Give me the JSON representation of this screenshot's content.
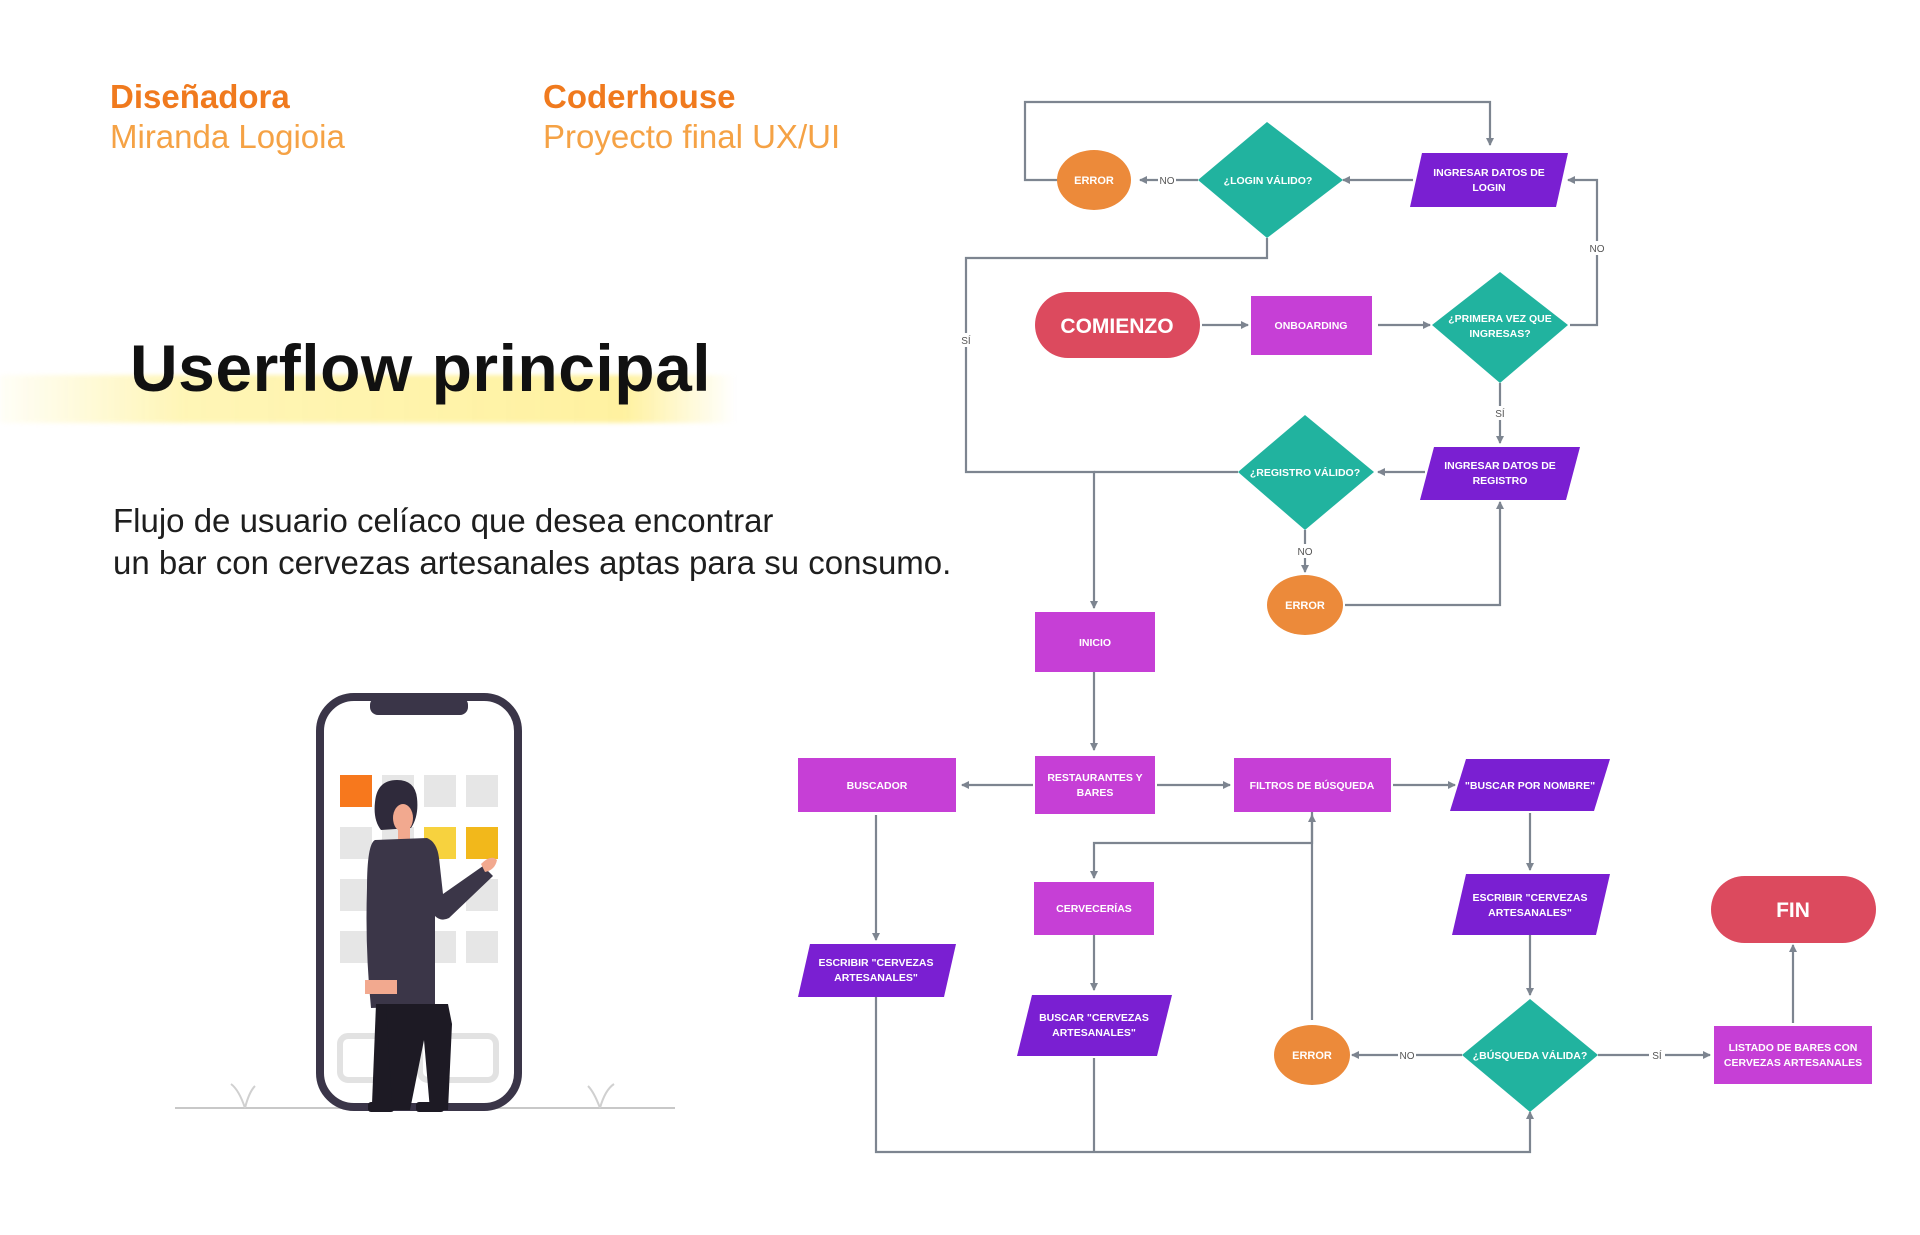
{
  "header": {
    "designer_label": "Diseñadora",
    "designer_name": "Miranda Logioia",
    "org_label": "Coderhouse",
    "org_project": "Proyecto final UX/UI"
  },
  "title": "Userflow principal",
  "description": {
    "line1": "Flujo de usuario celíaco que desea encontrar",
    "line2": "un bar con cervezas artesanales aptas para su consumo."
  },
  "colors": {
    "accent_orange": "#f07a1e",
    "start_end": "#dc4a5e",
    "process": "#c63fd6",
    "data": "#7a1fd2",
    "decision": "#21b39f",
    "error": "#ec8a3a",
    "connector": "#7d8590"
  },
  "illustration": {
    "icon": "person-using-phone-illustration"
  },
  "flowchart": {
    "nodes": {
      "error_login": "ERROR",
      "login_valido": "¿LOGIN VÁLIDO?",
      "ingresar_login": [
        "INGRESAR DATOS DE",
        "LOGIN"
      ],
      "comienzo": "COMIENZO",
      "onboarding": "ONBOARDING",
      "primera_vez": [
        "¿PRIMERA VEZ QUE",
        "INGRESAS?"
      ],
      "registro_valido": "¿REGISTRO VÁLIDO?",
      "ingresar_registro": [
        "INGRESAR DATOS DE",
        "REGISTRO"
      ],
      "error_registro": "ERROR",
      "inicio": "INICIO",
      "buscador": "BUSCADOR",
      "restaurantes": [
        "RESTAURANTES Y",
        "BARES"
      ],
      "filtros": "FILTROS DE BÚSQUEDA",
      "buscar_nombre": "\"BUSCAR POR NOMBRE\"",
      "cervecerias": "CERVECERÍAS",
      "escribir_buscador": [
        "ESCRIBIR \"CERVEZAS",
        "ARTESANALES\""
      ],
      "buscar_cervezas": [
        "BUSCAR \"CERVEZAS",
        "ARTESANALES\""
      ],
      "escribir_nombre": [
        "ESCRIBIR \"CERVEZAS",
        "ARTESANALES\""
      ],
      "fin": "FIN",
      "error_busqueda": "ERROR",
      "busqueda_valida": "¿BÚSQUEDA VÁLIDA?",
      "listado": [
        "LISTADO DE BARES CON",
        "CERVEZAS ARTESANALES"
      ]
    },
    "edge_labels": {
      "no_login": "NO",
      "si_login": "SÍ",
      "no_primera": "NO",
      "si_primera": "SÍ",
      "no_registro": "NO",
      "no_busqueda": "NO",
      "si_busqueda": "SÍ"
    }
  }
}
